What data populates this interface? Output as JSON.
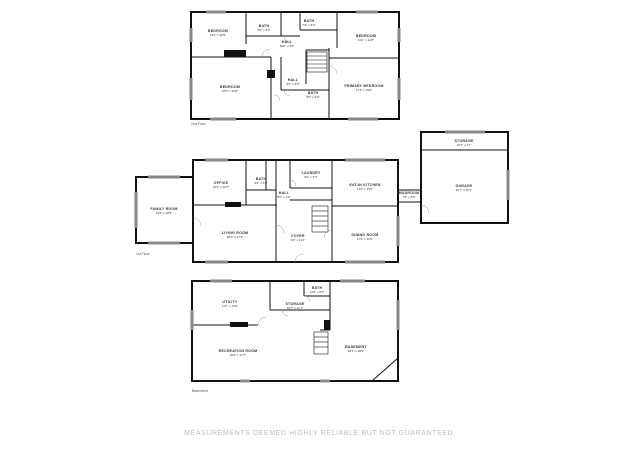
{
  "disclaimer": "MEASUREMENTS DEEMED HIGHLY RELIABLE BUT NOT GUARANTEED.",
  "floors": {
    "second": {
      "label": "2nd Floor",
      "rooms": {
        "bedroom_nw": {
          "name": "BEDROOM",
          "dims": "13'4\" x 10'5\""
        },
        "bath_a": {
          "name": "BATH",
          "dims": "5'6\" x 8'0\""
        },
        "bath_b": {
          "name": "BATH",
          "dims": "7'6\" x 6'4\""
        },
        "bedroom_ne": {
          "name": "BEDROOM",
          "dims": "13'4\" x 12'8\""
        },
        "hall_upper": {
          "name": "HALL",
          "dims": "16'6\" x 4'0\""
        },
        "bedroom_sw": {
          "name": "BEDROOM",
          "dims": "16'5\" x 13'8\""
        },
        "hall_lower": {
          "name": "HALL",
          "dims": "9'0\" x 3'0\""
        },
        "primary_bedroom": {
          "name": "PRIMARY BEDROOM",
          "dims": "17'4\" x 15'8\""
        },
        "bath_c": {
          "name": "BATH",
          "dims": "8'0\" x 6'0\""
        }
      }
    },
    "first": {
      "label": "1st Floor",
      "rooms": {
        "office": {
          "name": "OFFICE",
          "dims": "10'0\" x 10'7\""
        },
        "bath": {
          "name": "BATH",
          "dims": "5'6\" x 5'0\""
        },
        "laundry": {
          "name": "LAUNDRY",
          "dims": "8'0\" x 5'3\""
        },
        "eat_in_kitchen": {
          "name": "EAT-IN KITCHEN",
          "dims": "17'0\" x 15'6\""
        },
        "hall": {
          "name": "HALL",
          "dims": "8'0\" x 4'0\""
        },
        "family_room": {
          "name": "FAMILY ROOM",
          "dims": "13'6\" x 18'5\""
        },
        "living_room": {
          "name": "LIVING ROOM",
          "dims": "20'0\" x 17'7\""
        },
        "foyer": {
          "name": "FOYER",
          "dims": "9'0\" x 11'2\""
        },
        "dining_room": {
          "name": "DINING ROOM",
          "dims": "17'0\" x 15'0\""
        },
        "mudroom": {
          "name": "MUDROOM",
          "dims": "7'6\" x 9'0\""
        },
        "storage": {
          "name": "STORAGE",
          "dims": "16'7\" x 4'7\""
        },
        "garage": {
          "name": "GARAGE",
          "dims": "22'7\" x 22'7\""
        }
      }
    },
    "basement": {
      "label": "Basement",
      "rooms": {
        "utility": {
          "name": "UTILITY",
          "dims": "11'7\" x 16'6\""
        },
        "bath": {
          "name": "BATH",
          "dims": "13'6\" x 8'0\""
        },
        "storage": {
          "name": "STORAGE",
          "dims": "16'7\" x 11'7\""
        },
        "recreation_room": {
          "name": "RECREATION ROOM",
          "dims": "39'4\" x 17'7\""
        },
        "basement": {
          "name": "BASEMENT",
          "dims": "30'7\" x 28'0\""
        }
      }
    }
  }
}
